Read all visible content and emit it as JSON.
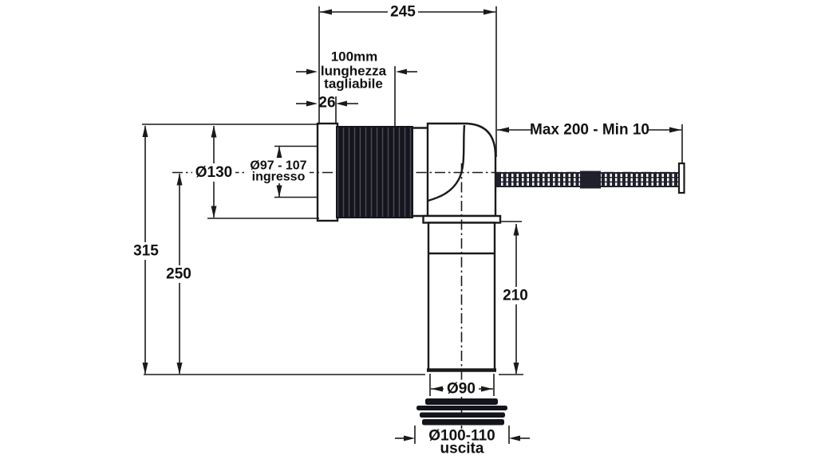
{
  "drawing": {
    "kind": "technical-dimension-drawing",
    "colors": {
      "line": "#1a1a1a",
      "dark_fill": "#15151d",
      "background": "#ffffff"
    },
    "dims": {
      "overall_width": "245",
      "cut_length": {
        "line1": "100mm",
        "line2": "lunghezza",
        "line3": "tagliabile"
      },
      "flange_thickness": "26",
      "adjustment_range": "Max 200 - Min 10",
      "flange_diameter": "Ø130",
      "inlet": {
        "line1": "Ø97 - 107",
        "line2": "ingresso"
      },
      "overall_height": "315",
      "centerline_height": "250",
      "outlet_pipe_length": "210",
      "outlet_pipe_diameter": "Ø90",
      "outlet": {
        "line1": "Ø100-110",
        "line2": "uscita"
      }
    }
  }
}
